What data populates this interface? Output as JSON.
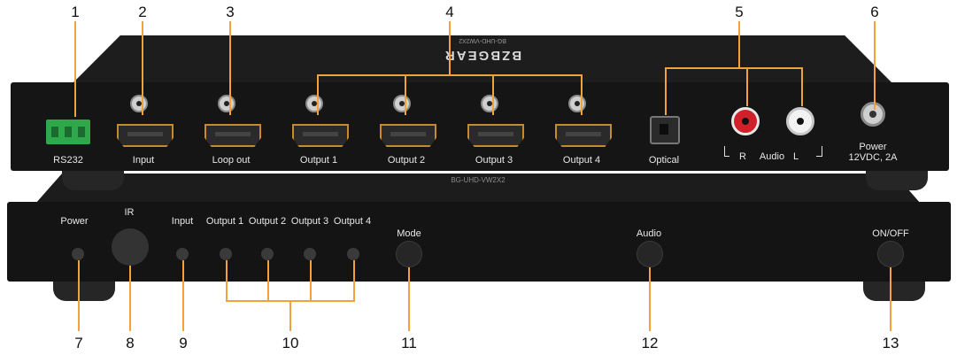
{
  "callouts": [
    "1",
    "2",
    "3",
    "4",
    "5",
    "6",
    "7",
    "8",
    "9",
    "10",
    "11",
    "12",
    "13"
  ],
  "rear_panel": {
    "brand_text": "BZBGEAR",
    "model_text": "BG-UHD-VW2X2",
    "labels": {
      "rs232": "RS232",
      "input": "Input",
      "loop_out": "Loop out",
      "output1": "Output 1",
      "output2": "Output 2",
      "output3": "Output 3",
      "output4": "Output 4",
      "optical": "Optical",
      "audio_r": "R",
      "audio": "Audio",
      "audio_l": "L",
      "power": "Power",
      "power_spec": "12VDC, 2A"
    }
  },
  "front_panel": {
    "model_text": "BG-UHD-VW2X2",
    "labels": {
      "power": "Power",
      "ir": "IR",
      "input": "Input",
      "output1": "Output 1",
      "output2": "Output 2",
      "output3": "Output 3",
      "output4": "Output 4",
      "mode": "Mode",
      "audio": "Audio",
      "onoff": "ON/OFF"
    }
  },
  "colors": {
    "callout_line": "#f2a13b",
    "chassis": "#151515",
    "terminal_green": "#2ea84a",
    "rca_red": "#d0202a"
  }
}
